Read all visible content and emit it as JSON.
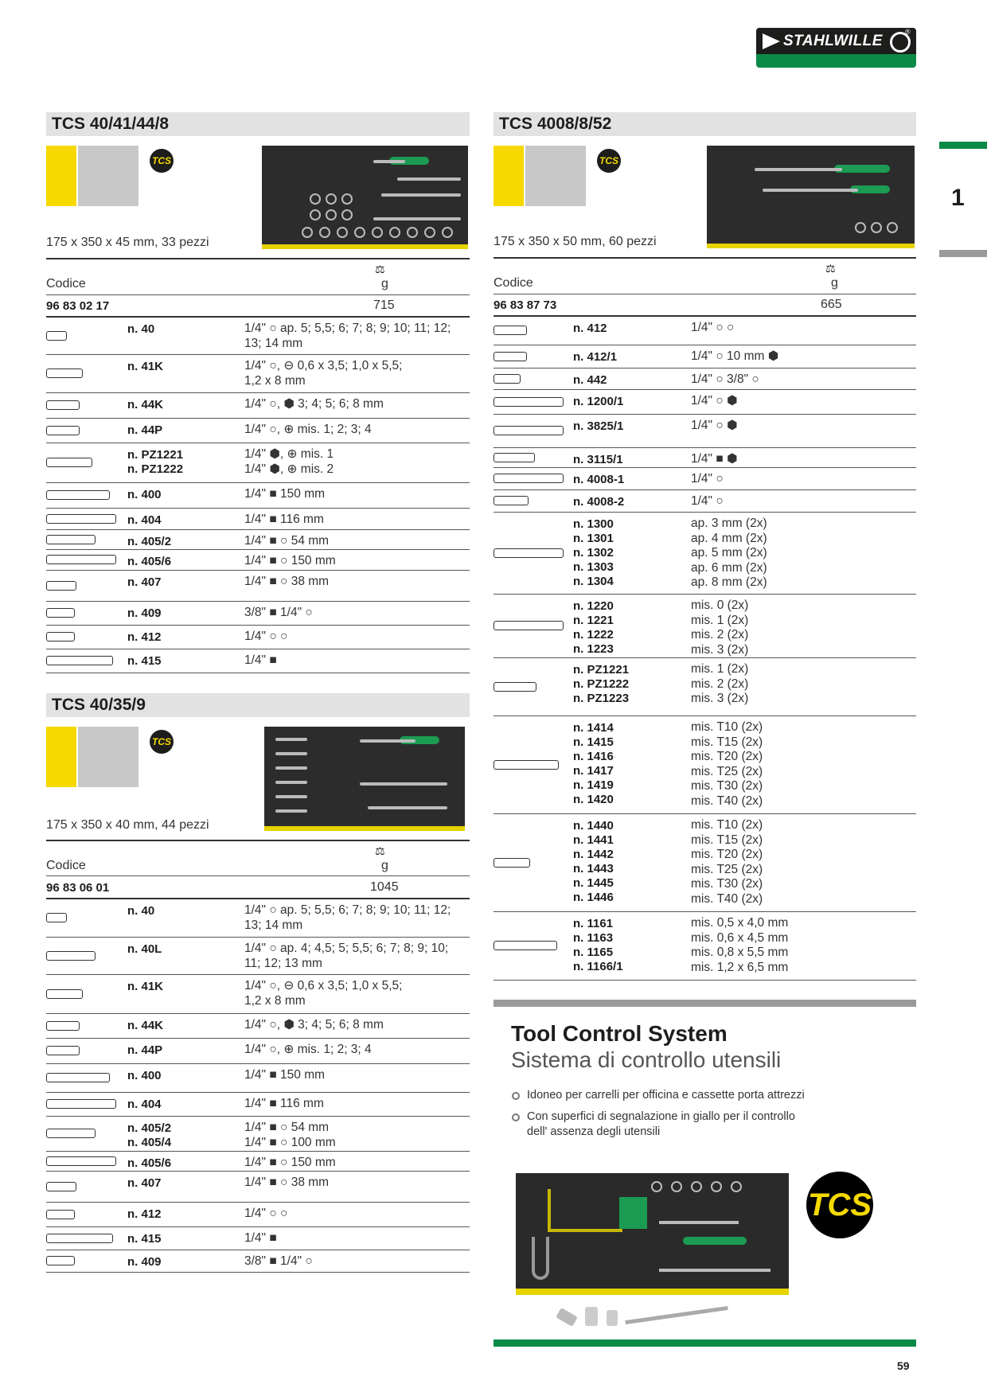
{
  "brand": {
    "name": "STAHLWILLE",
    "colors": {
      "green": "#0b8a47",
      "yellow": "#f5d900"
    }
  },
  "chapter": "1",
  "tcs_badge": "TCS",
  "left": {
    "set1": {
      "title": "TCS 40/41/44/8",
      "dims": "175 x 350 x 45 mm, 33 pezzi",
      "code_label": "Codice",
      "weight_label": "g",
      "code": "96 83 02 17",
      "weight": "715",
      "rows": [
        {
          "name": "n. 40",
          "desc": "1/4\" ○ ap. 5; 5,5; 6; 7; 8; 9; 10; 11; 12;\n13; 14 mm"
        },
        {
          "name": "n. 41K",
          "desc": "1/4\" ○, ⊖ 0,6 x 3,5; 1,0 x 5,5;\n1,2 x 8 mm"
        },
        {
          "name": "n. 44K",
          "desc": "1/4\" ○, ⬢ 3; 4; 5; 6; 8 mm"
        },
        {
          "name": "n. 44P",
          "desc": "1/4\" ○, ⊕ mis. 1; 2; 3; 4"
        },
        {
          "name": "n. PZ1221\nn. PZ1222",
          "desc": "1/4\" ⬢, ⊕ mis. 1\n1/4\" ⬢, ⊕ mis. 2"
        },
        {
          "name": "n. 400",
          "desc": "1/4\" ■ 150 mm"
        },
        {
          "name": "n. 404",
          "desc": "1/4\" ■ 116 mm"
        },
        {
          "name": "n. 405/2",
          "desc": "1/4\" ■ ○ 54 mm"
        },
        {
          "name": "n. 405/6",
          "desc": "1/4\" ■ ○ 150 mm"
        },
        {
          "name": "n. 407",
          "desc": "1/4\" ■ ○ 38 mm"
        },
        {
          "name": "n. 409",
          "desc": "3/8\" ■ 1/4\" ○"
        },
        {
          "name": "n. 412",
          "desc": "1/4\" ○ ○"
        },
        {
          "name": "n. 415",
          "desc": "1/4\" ■"
        }
      ]
    },
    "set2": {
      "title": "TCS 40/35/9",
      "dims": "175 x 350 x 40 mm, 44 pezzi",
      "code_label": "Codice",
      "weight_label": "g",
      "code": "96 83 06 01",
      "weight": "1045",
      "rows": [
        {
          "name": "n. 40",
          "desc": "1/4\" ○ ap. 5; 5,5; 6; 7; 8; 9; 10; 11; 12;\n13; 14 mm"
        },
        {
          "name": "n. 40L",
          "desc": "1/4\" ○ ap. 4; 4,5; 5; 5,5; 6; 7; 8; 9; 10;\n11; 12; 13 mm"
        },
        {
          "name": "n. 41K",
          "desc": "1/4\" ○, ⊖ 0,6 x 3,5; 1,0 x 5,5;\n1,2 x 8 mm"
        },
        {
          "name": "n. 44K",
          "desc": "1/4\" ○, ⬢ 3; 4; 5; 6; 8 mm"
        },
        {
          "name": "n. 44P",
          "desc": "1/4\" ○, ⊕ mis. 1; 2; 3; 4"
        },
        {
          "name": "n. 400",
          "desc": "1/4\" ■ 150 mm"
        },
        {
          "name": "n. 404",
          "desc": "1/4\" ■ 116 mm"
        },
        {
          "name": "n. 405/2\nn. 405/4",
          "desc": "1/4\" ■ ○ 54 mm\n1/4\" ■ ○ 100 mm"
        },
        {
          "name": "n. 405/6",
          "desc": "1/4\" ■ ○ 150 mm"
        },
        {
          "name": "n. 407",
          "desc": "1/4\" ■ ○ 38 mm"
        },
        {
          "name": "n. 412",
          "desc": "1/4\" ○ ○"
        },
        {
          "name": "n. 415",
          "desc": "1/4\" ■"
        },
        {
          "name": "n. 409",
          "desc": "3/8\" ■ 1/4\" ○"
        }
      ]
    }
  },
  "right": {
    "set": {
      "title": "TCS 4008/8/52",
      "dims": "175 x 350 x 50 mm, 60 pezzi",
      "code_label": "Codice",
      "weight_label": "g",
      "code": "96 83 87 73",
      "weight": "665",
      "rows": [
        {
          "name": "n. 412",
          "desc": "1/4\" ○ ○"
        },
        {
          "name": "n. 412/1",
          "desc": "1/4\" ○ 10 mm ⬢"
        },
        {
          "name": "n. 442",
          "desc": "1/4\" ○ 3/8\" ○"
        },
        {
          "name": "n. 1200/1",
          "desc": "1/4\" ○ ⬢"
        },
        {
          "name": "n. 3825/1",
          "desc": "1/4\" ○ ⬢"
        },
        {
          "name": "n. 3115/1",
          "desc": "1/4\" ■ ⬢"
        },
        {
          "name": "n. 4008-1",
          "desc": "1/4\" ○"
        },
        {
          "name": "n. 4008-2",
          "desc": "1/4\" ○"
        },
        {
          "name": "n. 1300\nn. 1301\nn. 1302\nn. 1303\nn. 1304",
          "desc": "ap. 3 mm (2x)\nap. 4 mm (2x)\nap. 5 mm (2x)\nap. 6 mm (2x)\nap. 8 mm (2x)"
        },
        {
          "name": "n. 1220\nn. 1221\nn. 1222\nn. 1223",
          "desc": "mis. 0 (2x)\nmis. 1 (2x)\nmis. 2 (2x)\nmis. 3 (2x)"
        },
        {
          "name": "n. PZ1221\nn. PZ1222\nn. PZ1223",
          "desc": "mis. 1 (2x)\nmis. 2 (2x)\nmis. 3 (2x)"
        },
        {
          "name": "n. 1414\nn. 1415\nn. 1416\nn. 1417\nn. 1419\nn. 1420",
          "desc": "mis. T10 (2x)\nmis. T15 (2x)\nmis. T20 (2x)\nmis. T25 (2x)\nmis. T30 (2x)\nmis. T40 (2x)"
        },
        {
          "name": "n. 1440\nn. 1441\nn. 1442\nn. 1443\nn. 1445\nn. 1446",
          "desc": "mis. T10 (2x)\nmis. T15 (2x)\nmis. T20 (2x)\nmis. T25 (2x)\nmis. T30 (2x)\nmis. T40 (2x)"
        },
        {
          "name": "n. 1161\nn. 1163\nn. 1165\nn. 1166/1",
          "desc": "mis. 0,5 x 4,0 mm\nmis. 0,6 x 4,5 mm\nmis. 0,8 x 5,5 mm\nmis. 1,2 x 6,5 mm"
        }
      ]
    },
    "tcs_info": {
      "title": "Tool Control System",
      "subtitle": "Sistema di controllo utensili",
      "bullets": [
        "Idoneo per carrelli per officina e cassette porta attrezzi",
        "Con superfici di segnalazione in giallo per il controllo\ndell' assenza degli utensili"
      ],
      "badge": "TCS"
    }
  },
  "page_number": "59"
}
